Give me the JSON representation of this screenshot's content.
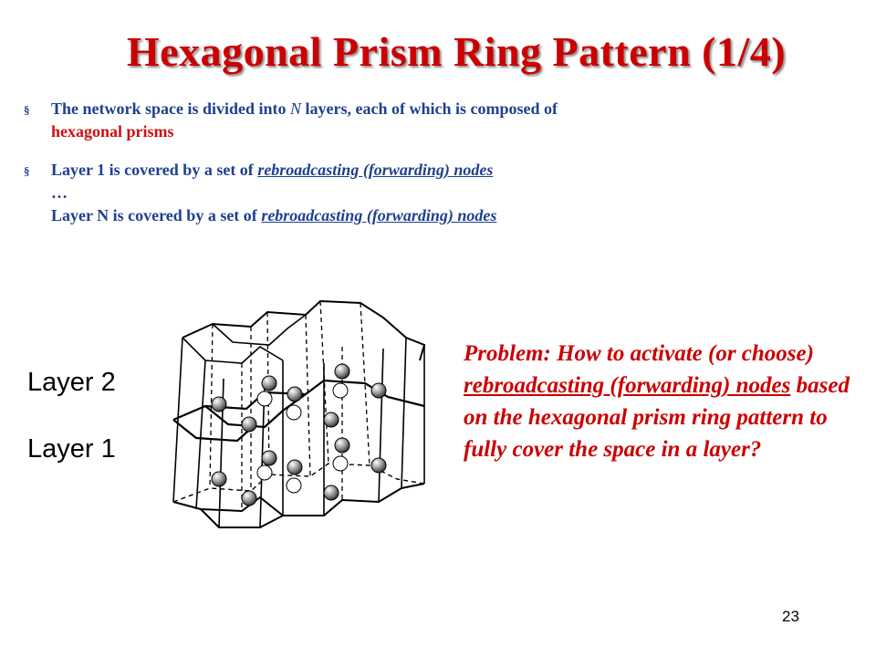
{
  "slide": {
    "title": "Hexagonal Prism Ring Pattern (1/4)",
    "bullet_marker": "§",
    "bullet1": {
      "part1": "The network space is divided into ",
      "n": "N",
      "part2": " layers, each of which is composed of",
      "part3": "hexagonal prisms"
    },
    "bullet2": {
      "line1_prefix": "Layer 1 is covered by a set of ",
      "line1_link": "rebroadcasting (forwarding) nodes",
      "ellipsis": "…",
      "line3_prefix": "Layer N is covered by a set of ",
      "line3_link": "rebroadcasting (forwarding) nodes"
    },
    "figure": {
      "layer2_label": "Layer 2",
      "layer1_label": "Layer 1"
    },
    "problem": {
      "part1": "Problem: How to activate (or choose) ",
      "link": "rebroadcasting (forwarding) nodes",
      "part2": " based on the hexagonal prism ring pattern to fully cover the space in a layer?"
    },
    "page_number": "23"
  }
}
